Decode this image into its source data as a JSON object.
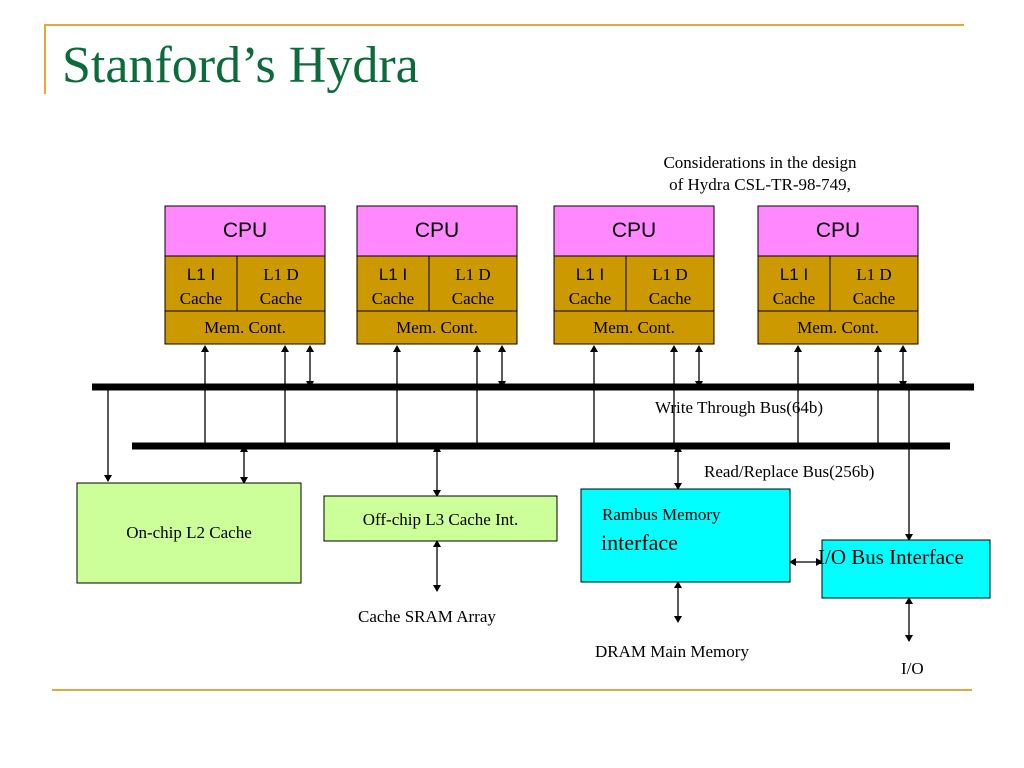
{
  "title": "Stanford’s Hydra",
  "note": {
    "line1": "Considerations in the design",
    "line2": "of Hydra CSL-TR-98-749,"
  },
  "cpu_modules": [
    {
      "cpu": "CPU",
      "l1i": [
        "L1 I",
        "Cache"
      ],
      "l1d": [
        "L1 D",
        "Cache"
      ],
      "memcont": "Mem.   Cont."
    },
    {
      "cpu": "CPU",
      "l1i": [
        "L1 I",
        "Cache"
      ],
      "l1d": [
        "L1 D",
        "Cache"
      ],
      "memcont": "Mem.   Cont."
    },
    {
      "cpu": "CPU",
      "l1i": [
        "L1 I",
        "Cache"
      ],
      "l1d": [
        "L1 D",
        "Cache"
      ],
      "memcont": "Mem.   Cont."
    },
    {
      "cpu": "CPU",
      "l1i": [
        "L1 I",
        "Cache"
      ],
      "l1d": [
        "L1 D",
        "Cache"
      ],
      "memcont": "Mem.   Cont."
    }
  ],
  "buses": {
    "write_through": "Write Through Bus(64b)",
    "read_replace": "Read/Replace Bus(256b)"
  },
  "blocks": {
    "l2": "On-chip  L2  Cache",
    "l3": "Off-chip  L3  Cache  Int.",
    "rambus_line1": "Rambus Memory",
    "rambus_line2": "interface",
    "io_bus": "I/O Bus Interface"
  },
  "labels": {
    "sram": "Cache SRAM Array",
    "dram": "DRAM Main Memory",
    "io": "I/O"
  },
  "colors": {
    "accent_rule": "#e3a83a",
    "title": "#0b6b3a",
    "cpu_fill": "#ff88ff",
    "cache_fill": "#cc9900",
    "l2_fill": "#ccff99",
    "rambus_fill": "#00ffff"
  }
}
